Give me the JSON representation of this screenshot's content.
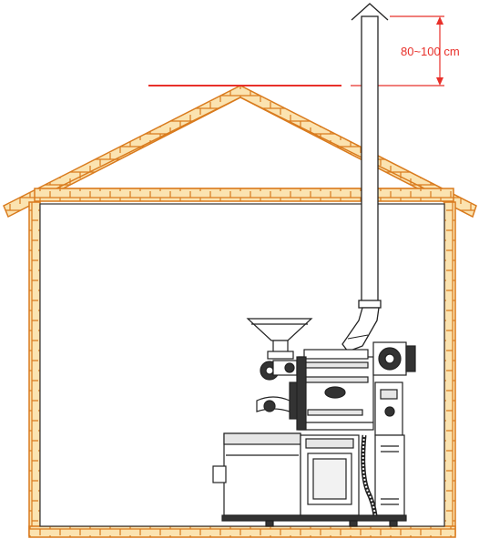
{
  "dimension": {
    "label": "80~100 cm",
    "color": "#e8302a"
  },
  "colors": {
    "wall_fill": "#fbe3b0",
    "wall_line": "#d97b1e",
    "outline": "#222222",
    "machine_fill": "#f2f2f2",
    "machine_dark": "#333333"
  },
  "icons": {
    "roaster": "coffee-roaster-machine-drawing",
    "chimney": "exhaust-pipe",
    "house": "house-cross-section"
  }
}
